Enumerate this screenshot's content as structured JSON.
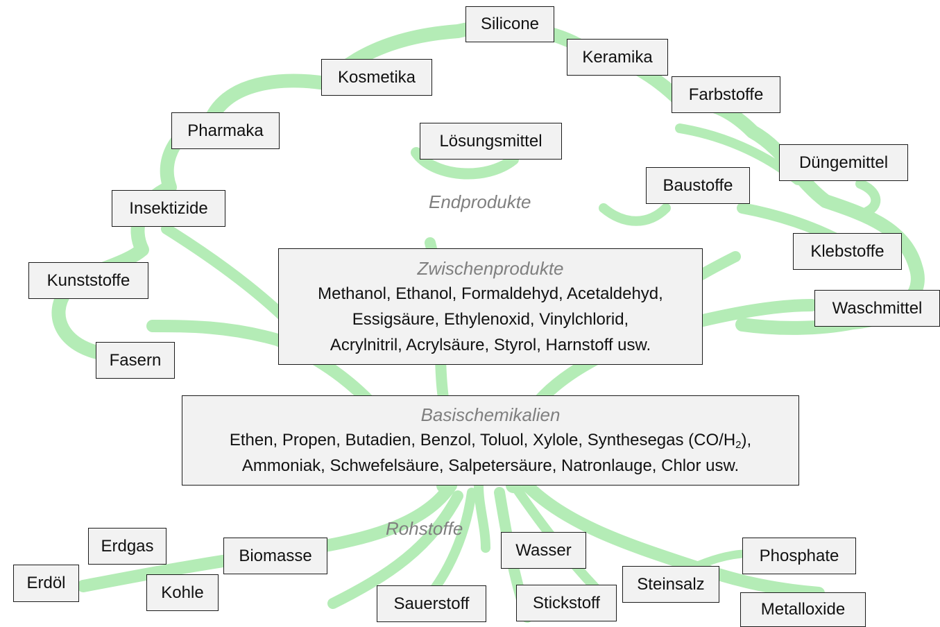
{
  "levels": {
    "end": "Endprodukte",
    "raw": "Rohstoffe"
  },
  "intermediates": {
    "title": "Zwischenprodukte",
    "lines": [
      "Methanol, Ethanol, Formaldehyd, Acetaldehyd,",
      "Essigsäure, Ethylenoxid, Vinylchlorid,",
      "Acrylnitril, Acrylsäure, Styrol, Harnstoff usw."
    ]
  },
  "basics": {
    "title": "Basischemikalien",
    "line1_prefix": "Ethen, Propen, Butadien, Benzol, Toluol, Xylole, Synthesegas (CO/H",
    "line1_sub": "2",
    "line1_suffix": "),",
    "line2": "Ammoniak, Schwefelsäure, Salpetersäure, Natronlauge, Chlor usw."
  },
  "end_products": [
    "Silicone",
    "Keramika",
    "Farbstoffe",
    "Kosmetika",
    "Pharmaka",
    "Lösungsmittel",
    "Düngemittel",
    "Baustoffe",
    "Insektizide",
    "Klebstoffe",
    "Kunststoffe",
    "Waschmittel",
    "Fasern"
  ],
  "raw_materials": [
    "Erdgas",
    "Erdöl",
    "Kohle",
    "Biomasse",
    "Wasser",
    "Sauerstoff",
    "Stickstoff",
    "Steinsalz",
    "Phosphate",
    "Metalloxide"
  ],
  "colors": {
    "tree": "#b4ecb6",
    "box_fill": "#f2f2f2",
    "box_border": "#1a1a1a",
    "heading": "#7f7f7f"
  }
}
